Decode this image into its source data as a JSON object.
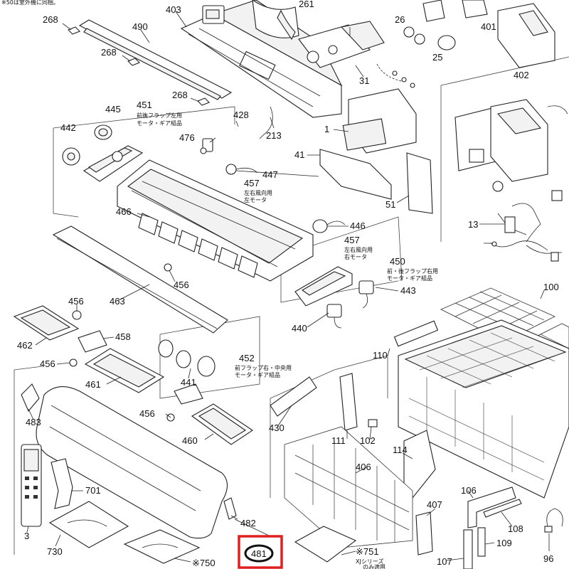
{
  "diagram": {
    "header_note": "※50は室外機に同梱。",
    "highlighted_part": "481",
    "labels": {
      "p268a": "268",
      "p490": "490",
      "p268b": "268",
      "p268c": "268",
      "p403": "403",
      "p261": "261",
      "p26": "26",
      "p25": "25",
      "p31": "31",
      "p401": "401",
      "p402": "402",
      "p445": "445",
      "p451": "451",
      "p442": "442",
      "p428": "428",
      "p213": "213",
      "p476": "476",
      "p447": "447",
      "p457a": "457",
      "p1": "1",
      "p41": "41",
      "p51": "51",
      "p13": "13",
      "p466": "466",
      "p446": "446",
      "p457b": "457",
      "p450": "450",
      "p443": "443",
      "p456a": "456",
      "p456b": "456",
      "p456c": "456",
      "p456d": "456",
      "p463": "463",
      "p462": "462",
      "p458": "458",
      "p440": "440",
      "p100": "100",
      "p461": "461",
      "p452": "452",
      "p441": "441",
      "p110": "110",
      "p483": "483",
      "p460": "460",
      "p430": "430",
      "p111": "111",
      "p102": "102",
      "p114": "114",
      "p406": "406",
      "p701": "701",
      "p482": "482",
      "p407": "407",
      "p106": "106",
      "p108": "108",
      "p3": "3",
      "p730": "730",
      "p750": "※750",
      "p481": "481",
      "p751": "※751",
      "p107": "107",
      "p109": "109",
      "p96": "96"
    },
    "captions": {
      "c451a": "前後フラップ左用",
      "c451b": "モータ・ギア組品",
      "c457a": "左右風向用",
      "c457b": "左モータ",
      "c457c": "左右風向用",
      "c457d": "右モータ",
      "c450a": "前・後フラップ右用",
      "c450b": "モータ・ギア組品",
      "c452a": "前フラップ右・中央用",
      "c452b": "モータ・ギア組品",
      "c751": "XJシリーズ",
      "c751b": "のみ適用"
    }
  }
}
